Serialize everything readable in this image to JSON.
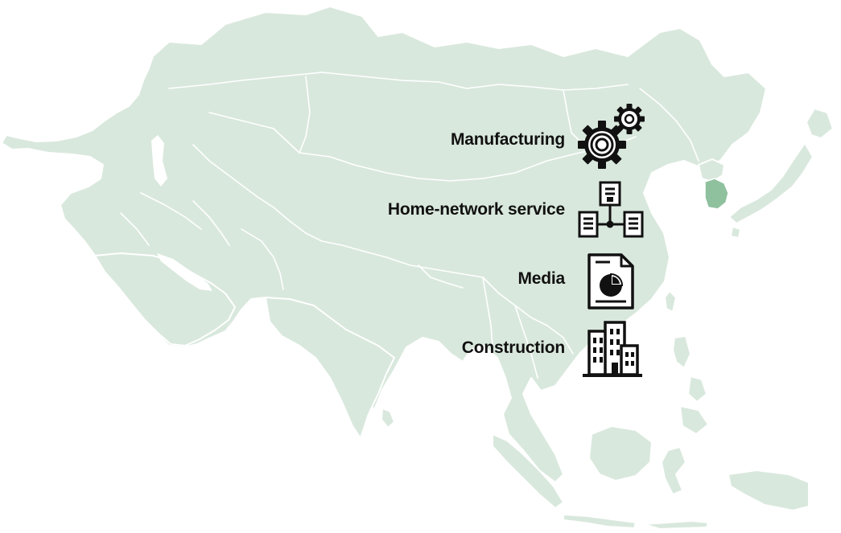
{
  "map": {
    "highlighted_country": "South Korea",
    "colors": {
      "land": "#d9e8dd",
      "highlight": "#8fc19e",
      "borders": "#ffffff",
      "text": "#111111"
    }
  },
  "industries": [
    {
      "label": "Manufacturing",
      "icon": "gears-icon"
    },
    {
      "label": "Home-network service",
      "icon": "network-icon"
    },
    {
      "label": "Media",
      "icon": "document-chart-icon"
    },
    {
      "label": "Construction",
      "icon": "buildings-icon"
    }
  ]
}
